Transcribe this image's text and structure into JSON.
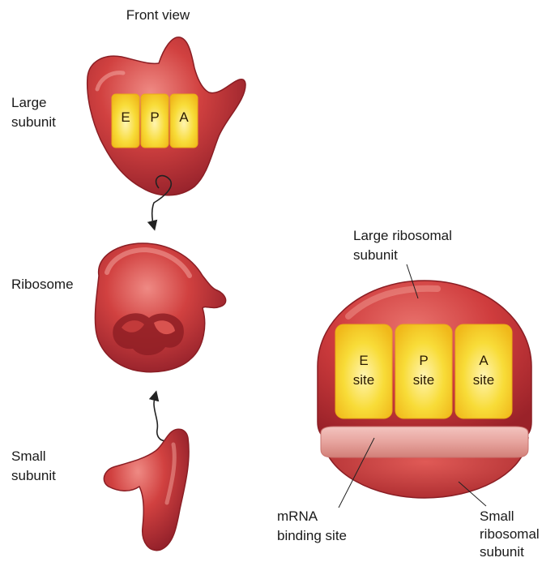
{
  "left": {
    "title": "Front view",
    "large_subunit": [
      "Large",
      "subunit"
    ],
    "sites": [
      "E",
      "P",
      "A"
    ],
    "ribosome": "Ribosome",
    "small_subunit": [
      "Small",
      "subunit"
    ]
  },
  "right": {
    "large_label": [
      "Large ribosomal",
      "subunit"
    ],
    "sites": [
      [
        "E",
        "site"
      ],
      [
        "P",
        "site"
      ],
      [
        "A",
        "site"
      ]
    ],
    "mrna_label": [
      "mRNA",
      "binding site"
    ],
    "small_label": [
      "Small",
      "ribosomal",
      "subunit"
    ]
  },
  "colors": {
    "body": "#cc3b3b",
    "body_dark": "#8e1f22",
    "body_light": "#ec8c86",
    "site": "#f6d21c",
    "site_light": "#fff6c4",
    "band": "#e8a8a2"
  }
}
